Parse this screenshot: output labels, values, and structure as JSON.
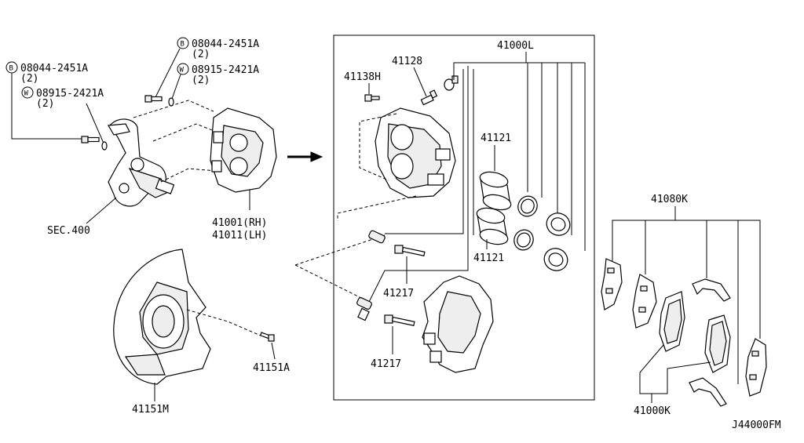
{
  "labels": {
    "bolt_left": {
      "prefix": "B",
      "code": "08044-2451A",
      "qty": "(2)"
    },
    "washer_left": {
      "prefix": "W",
      "code": "08915-2421A",
      "qty": "(2)"
    },
    "bolt_top": {
      "prefix": "B",
      "code": "08044-2451A",
      "qty": "(2)"
    },
    "washer_top": {
      "prefix": "W",
      "code": "08915-2421A",
      "qty": "(2)"
    },
    "sec": "SEC.400",
    "caliper_rh": "41001(RH)",
    "caliper_lh": "41011(LH)",
    "shield": "41151M",
    "shield_bolt": "41151A",
    "bleeder": "41128",
    "bleeder_cap": "41138H",
    "kit": "41000L",
    "piston_top": "41121",
    "piston_bottom": "41121",
    "pin_top": "41217",
    "pin_bottom": "41217",
    "hardware_kit": "41080K",
    "pad_kit": "41000K",
    "drawing_id": "J44000FM"
  }
}
